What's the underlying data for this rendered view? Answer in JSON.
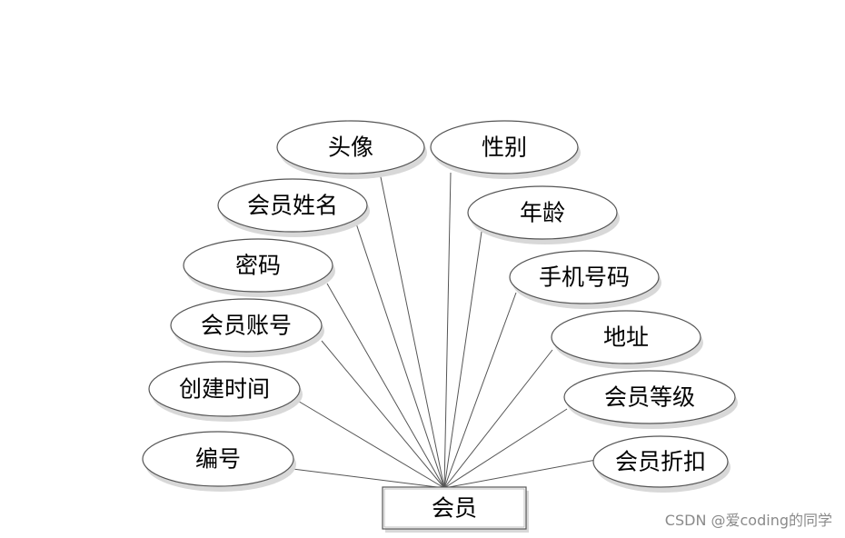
{
  "diagram": {
    "entity": {
      "label": "会员"
    },
    "attributes": [
      {
        "id": "avatar",
        "label": "头像"
      },
      {
        "id": "gender",
        "label": "性别"
      },
      {
        "id": "member-name",
        "label": "会员姓名"
      },
      {
        "id": "age",
        "label": "年龄"
      },
      {
        "id": "password",
        "label": "密码"
      },
      {
        "id": "phone",
        "label": "手机号码"
      },
      {
        "id": "member-account",
        "label": "会员账号"
      },
      {
        "id": "address",
        "label": "地址"
      },
      {
        "id": "create-time",
        "label": "创建时间"
      },
      {
        "id": "member-level",
        "label": "会员等级"
      },
      {
        "id": "id-number",
        "label": "编号"
      },
      {
        "id": "member-discount",
        "label": "会员折扣"
      }
    ]
  },
  "watermark": "CSDN @爱coding的同学",
  "colors": {
    "stroke": "#555555",
    "shadow": "#d8d8d8",
    "text": "#000000",
    "watermark": "#8a8a8a"
  }
}
